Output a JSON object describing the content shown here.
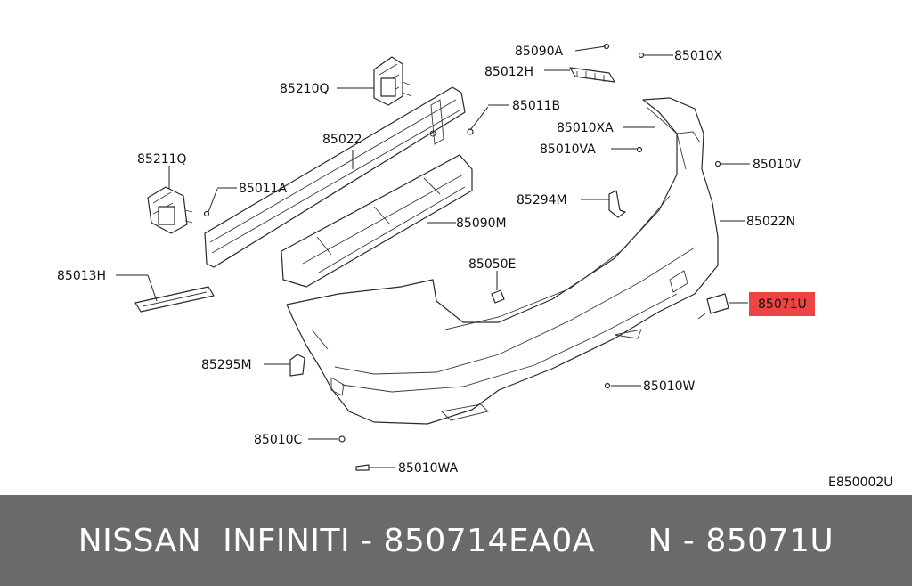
{
  "diagram": {
    "labels": [
      "85090A",
      "85010X",
      "85012H",
      "85210Q",
      "85011B",
      "85010XA",
      "85010VA",
      "85010V",
      "85022",
      "85211Q",
      "85011A",
      "85294M",
      "85090M",
      "85022N",
      "85050E",
      "85013H",
      "85071U",
      "85295M",
      "85010W",
      "85010C",
      "85010WA"
    ],
    "highlighted_label": "85071U",
    "highlight_color": "#ee4444",
    "diagram_code": "E850002U"
  },
  "footer": {
    "text": "NISSAN  INFINITI - 850714EA0A     N - 85071U",
    "background": "#6a6a6a"
  }
}
